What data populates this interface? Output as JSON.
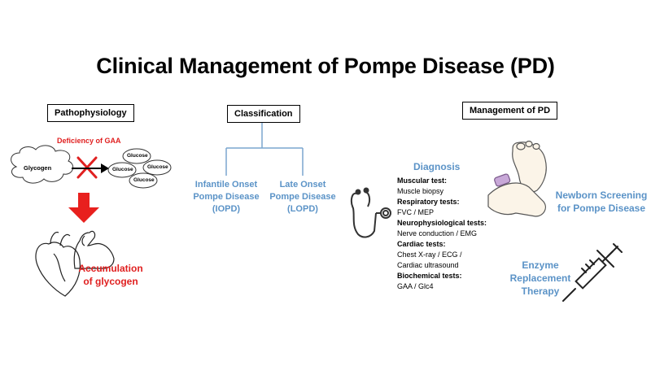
{
  "title": "Clinical Management of Pompe Disease (PD)",
  "pathophysiology": {
    "heading": "Pathophysiology",
    "deficiency": "Deficiency of GAA",
    "glycogen": "Glycogen",
    "glucose": [
      "Glucose",
      "Glucose",
      "Glucose",
      "Glucose"
    ],
    "accumulation": [
      "Accumulation",
      "of glycogen"
    ]
  },
  "classification": {
    "heading": "Classification",
    "types": [
      [
        "Infantile Onset",
        "Pompe Disease",
        "(IOPD)"
      ],
      [
        "Late Onset",
        "Pompe Disease",
        "(LOPD)"
      ]
    ]
  },
  "management": {
    "heading": "Management of PD",
    "diagnosis_title": "Diagnosis",
    "tests": [
      {
        "header": "Muscular test:",
        "items": [
          "Muscle biopsy"
        ]
      },
      {
        "header": "Respiratory tests:",
        "items": [
          "FVC / MEP"
        ]
      },
      {
        "header": "Neurophysiological tests:",
        "items": [
          "Nerve conduction / EMG"
        ]
      },
      {
        "header": "Cardiac tests:",
        "items": [
          "Chest X-ray / ECG /",
          "Cardiac ultrasound"
        ]
      },
      {
        "header": "Biochemical tests:",
        "items": [
          "GAA / Glc4"
        ]
      }
    ],
    "newborn": [
      "Newborn Screening",
      "for Pompe Disease"
    ],
    "therapy": [
      "Enzyme",
      "Replacement",
      "Therapy"
    ]
  },
  "colors": {
    "accent_blue": "#5b93c7",
    "alert_red": "#e02020"
  },
  "icons": [
    "cloud-shape",
    "cross-icon",
    "arrow-right-icon",
    "arrow-down-icon",
    "heart-icon",
    "muscle-arm-icon",
    "stethoscope-icon",
    "foot-screening-icon",
    "syringe-icon"
  ]
}
